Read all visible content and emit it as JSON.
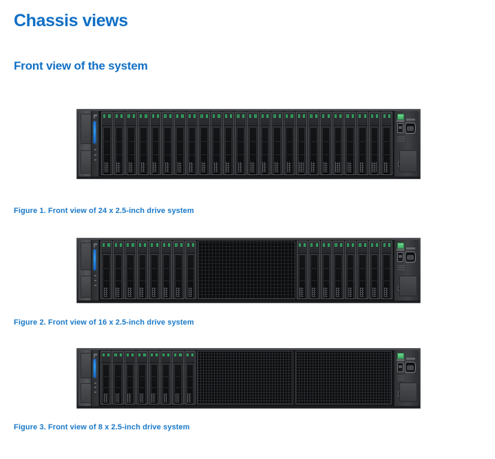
{
  "page": {
    "title": "Chassis views",
    "section_title": "Front view of the system",
    "heading_color": "#0f6fc5",
    "caption_color": "#1878c8",
    "background_color": "#ffffff"
  },
  "figures": [
    {
      "id": "figure-1",
      "caption": "Figure 1. Front view of 24 x 2.5-inch drive system",
      "drive_count": 24,
      "drive_size": "2.5-inch",
      "layout": [
        {
          "type": "drives",
          "count": 24
        }
      ]
    },
    {
      "id": "figure-2",
      "caption": "Figure 2. Front view of 16 x 2.5-inch drive system",
      "drive_count": 16,
      "drive_size": "2.5-inch",
      "layout": [
        {
          "type": "drives",
          "count": 8
        },
        {
          "type": "mesh",
          "count": 1
        },
        {
          "type": "drives",
          "count": 8
        }
      ]
    },
    {
      "id": "figure-3",
      "caption": "Figure 3. Front view of 8 x 2.5-inch drive system",
      "drive_count": 8,
      "drive_size": "2.5-inch",
      "layout": [
        {
          "type": "drives",
          "count": 8
        },
        {
          "type": "mesh",
          "count": 2
        }
      ]
    }
  ],
  "chassis_parts": {
    "power_led": "power-led",
    "status_led": "status-indicator-led",
    "usb_port": "usb-port",
    "vga_port": "vga-port",
    "idrac_port": "idrac-direct-port",
    "drive_latch": "drive-release-latch",
    "drive_activity_led": "drive-activity-led",
    "filler_panel": "drive-bay-filler-panel"
  },
  "colors": {
    "heading_blue": "#0f6fc5",
    "caption_blue": "#1878c8",
    "chassis_body": "#2e3033",
    "power_led_blue": "#2f9bf5",
    "status_led_green": "#6fd88f",
    "latch_copper": "#a86a33"
  }
}
